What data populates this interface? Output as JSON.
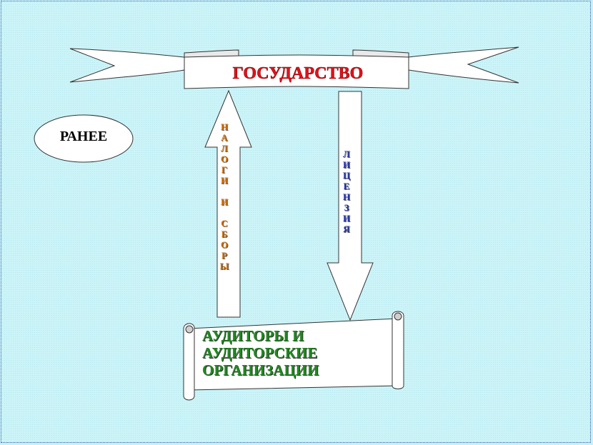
{
  "state": {
    "label": "ГОСУДАРСТВО",
    "color": "#e8101a"
  },
  "period": {
    "label": "РАНЕЕ"
  },
  "taxes_arrow": {
    "letters": [
      "Н",
      "А",
      "Л",
      "О",
      "Г",
      "И",
      "",
      "И",
      "",
      "С",
      "Б",
      "О",
      "Р",
      "Ы"
    ],
    "color": "#d06a00"
  },
  "license_arrow": {
    "letters": [
      "Л",
      "И",
      "Ц",
      "Е",
      "Н",
      "З",
      "И",
      "Я"
    ],
    "color": "#2233aa"
  },
  "auditors": {
    "lines": [
      "АУДИТОРЫ И",
      "АУДИТОРСКИЕ",
      "ОРГАНИЗАЦИИ"
    ],
    "color": "#1f8a1f"
  }
}
